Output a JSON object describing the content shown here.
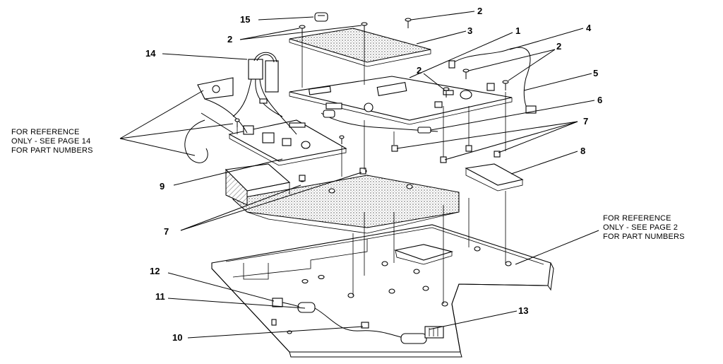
{
  "callouts": {
    "c1": "1",
    "c2a": "2",
    "c2b": "2",
    "c2c": "2",
    "c2d": "2",
    "c3": "3",
    "c4": "4",
    "c5": "5",
    "c6": "6",
    "c7a": "7",
    "c7b": "7",
    "c8": "8",
    "c9": "9",
    "c10": "10",
    "c11": "11",
    "c12": "12",
    "c13": "13",
    "c14": "14",
    "c15": "15"
  },
  "notes": {
    "left": [
      "FOR REFERENCE",
      "ONLY - SEE PAGE 14",
      "FOR PART NUMBERS"
    ],
    "right": [
      "FOR REFERENCE",
      "ONLY - SEE PAGE 2",
      "FOR PART NUMBERS"
    ]
  }
}
